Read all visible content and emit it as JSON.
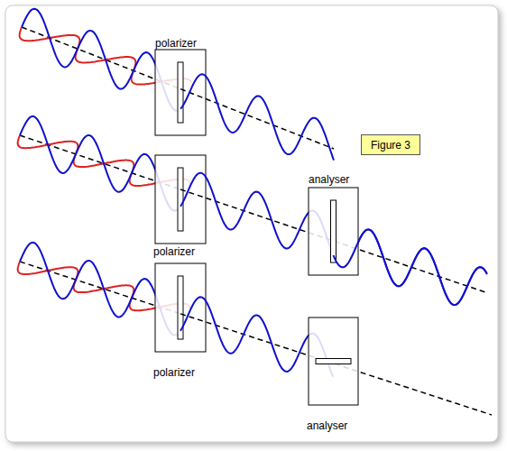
{
  "diagram": {
    "nodes": [
      {
        "text": [
          "Figure 3"
        ]
      }
    ],
    "labels": [
      "polarizer",
      "polarizer",
      "analyser",
      "polarizer",
      "analyser"
    ]
  }
}
